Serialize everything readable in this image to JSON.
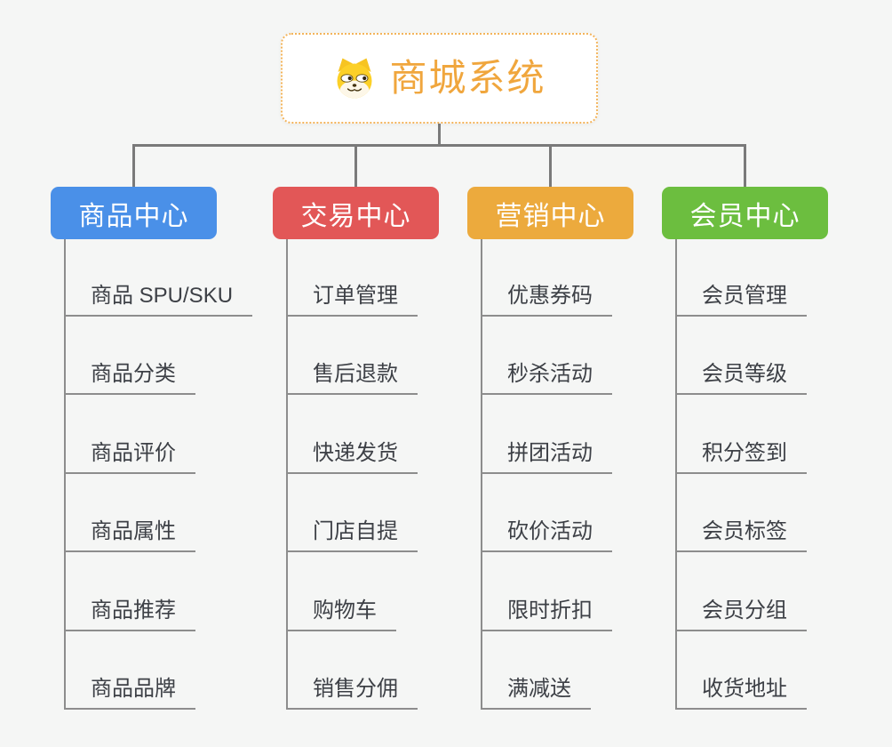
{
  "root": {
    "title": "商城系统",
    "icon": "doge-face"
  },
  "connector_color": "#7a7a7a",
  "line_color": "#8d8d8d",
  "branches": [
    {
      "label": "商品中心",
      "color": "#4a90e8",
      "items": [
        "商品 SPU/SKU",
        "商品分类",
        "商品评价",
        "商品属性",
        "商品推荐",
        "商品品牌"
      ]
    },
    {
      "label": "交易中心",
      "color": "#e25757",
      "items": [
        "订单管理",
        "售后退款",
        "快递发货",
        "门店自提",
        "购物车",
        "销售分佣"
      ]
    },
    {
      "label": "营销中心",
      "color": "#ecaa3d",
      "items": [
        "优惠券码",
        "秒杀活动",
        "拼团活动",
        "砍价活动",
        "限时折扣",
        "满减送"
      ]
    },
    {
      "label": "会员中心",
      "color": "#6cbe3f",
      "items": [
        "会员管理",
        "会员等级",
        "积分签到",
        "会员标签",
        "会员分组",
        "收货地址"
      ]
    }
  ]
}
